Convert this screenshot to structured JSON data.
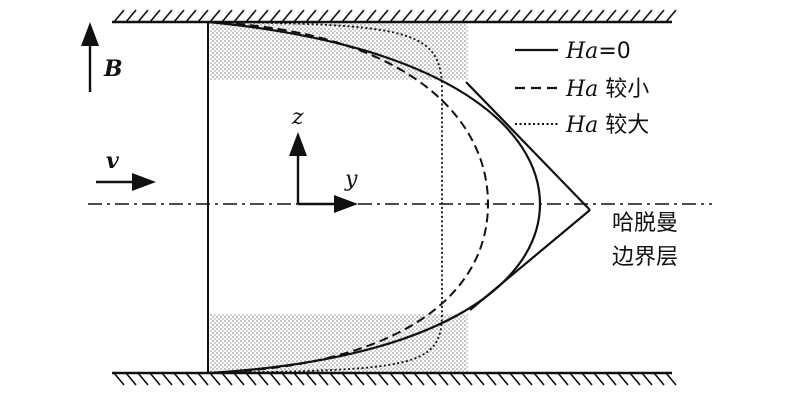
{
  "labels": {
    "field": "B",
    "velocity": "v",
    "axis_z": "z",
    "axis_y": "y",
    "boundary_layer_line1": "哈脱曼",
    "boundary_layer_line2": "边界层"
  },
  "legend": [
    {
      "var": "Ha",
      "suffix": "=0",
      "style": "solid"
    },
    {
      "var": "Ha",
      "suffix": " 较小",
      "style": "dashed"
    },
    {
      "var": "Ha",
      "suffix": " 较大",
      "style": "dotted"
    }
  ],
  "colors": {
    "line": "#111111",
    "shade": "#d6d6d6"
  }
}
